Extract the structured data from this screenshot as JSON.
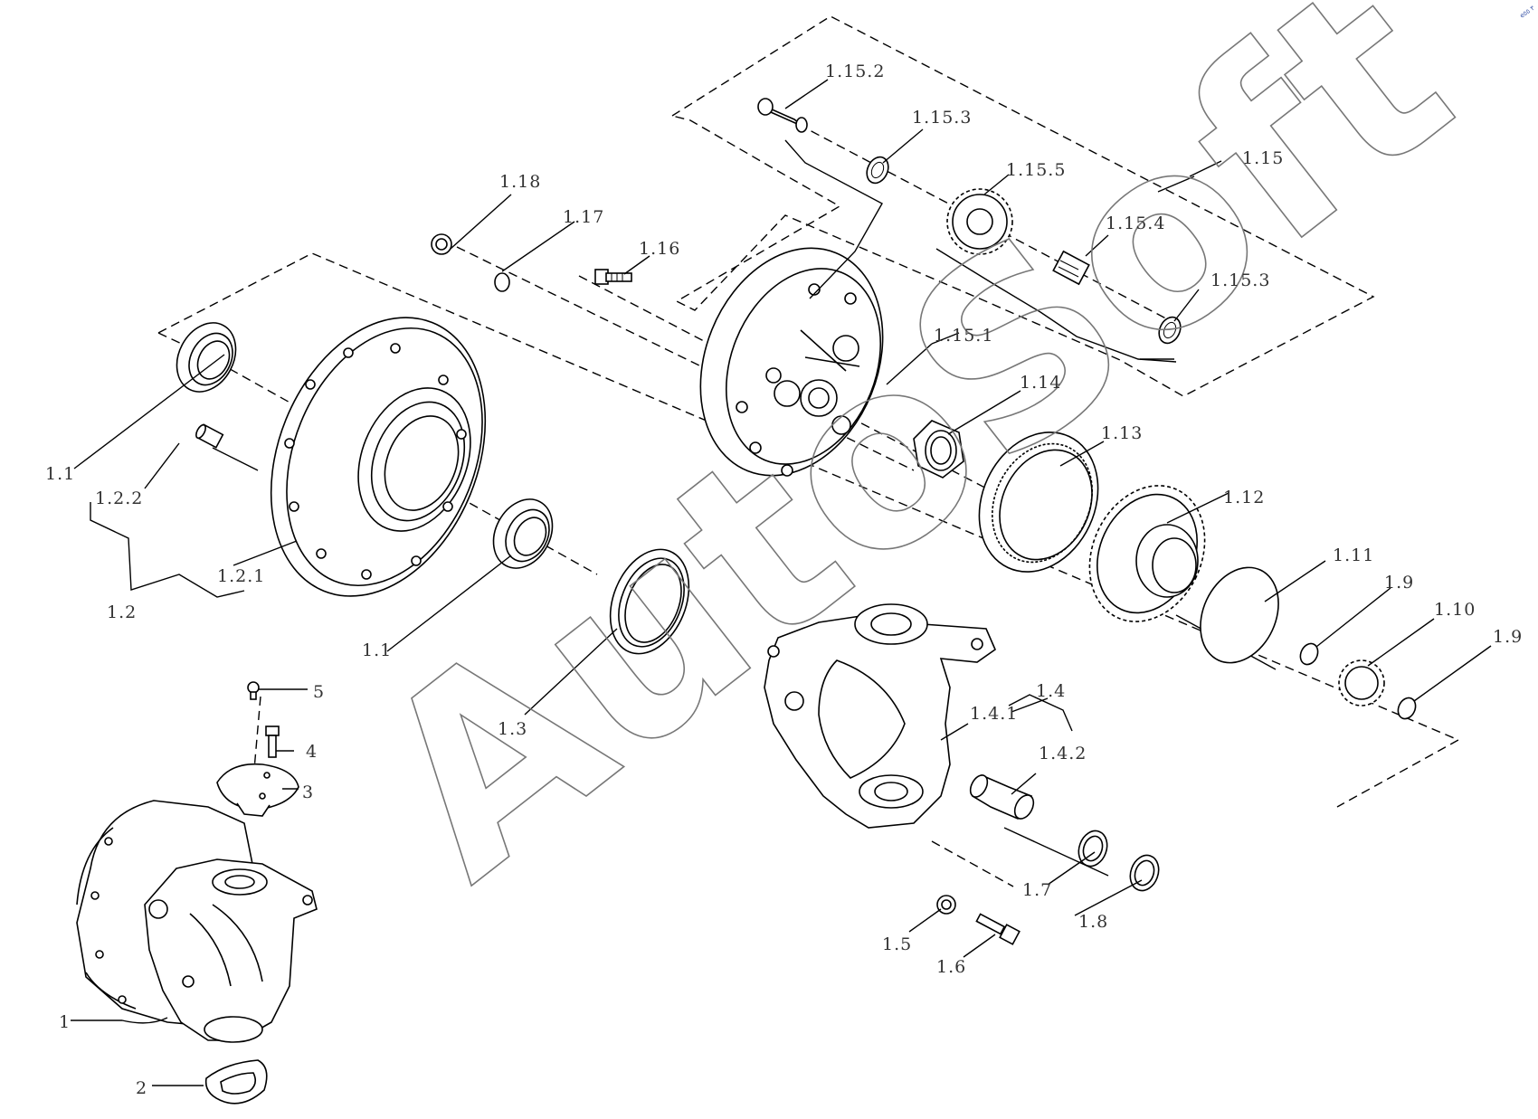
{
  "watermark": "AutoSoft",
  "corner_mark": "e٣ ٥٥",
  "callouts": {
    "c_1_15_2": "1.15.2",
    "c_1_15_3a": "1.15.3",
    "c_1_15": "1.15",
    "c_1_15_5": "1.15.5",
    "c_1_18": "1.18",
    "c_1_17": "1.17",
    "c_1_16": "1.16",
    "c_1_15_4": "1.15.4",
    "c_1_15_3b": "1.15.3",
    "c_1_15_1": "1.15.1",
    "c_1_14": "1.14",
    "c_1_13": "1.13",
    "c_1_1a": "1.1",
    "c_1_2_2": "1.2.2",
    "c_1_12": "1.12",
    "c_1_2_1": "1.2.1",
    "c_1_11": "1.11",
    "c_1_9a": "1.9",
    "c_1_10": "1.10",
    "c_1_2": "1.2",
    "c_1_9b": "1.9",
    "c_1_1b": "1.1",
    "c_1_4": "1.4",
    "c_5": "5",
    "c_1_4_1": "1.4.1",
    "c_1_3": "1.3",
    "c_1_4_2": "1.4.2",
    "c_4": "4",
    "c_3": "3",
    "c_1_7": "1.7",
    "c_1_8": "1.8",
    "c_1_5": "1.5",
    "c_1_6": "1.6",
    "c_1": "1",
    "c_2": "2"
  }
}
